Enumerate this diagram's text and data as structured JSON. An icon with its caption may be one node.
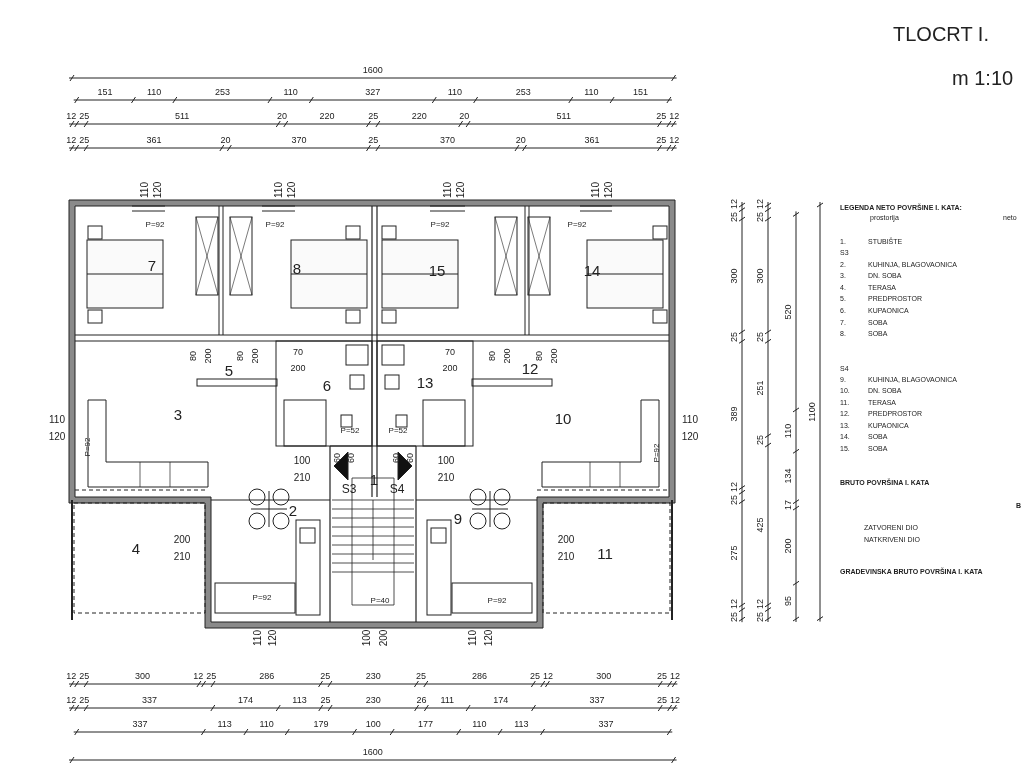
{
  "diagram": {
    "title": "TLOCRT I.",
    "labels": [
      "m 1:10",
      "1600",
      "151",
      "110",
      "253",
      "110",
      "327",
      "110",
      "253",
      "110",
      "151",
      "12",
      "25",
      "511",
      "20",
      "220",
      "25",
      "220",
      "20",
      "511",
      "25",
      "12",
      "12",
      "25",
      "361",
      "20",
      "370",
      "25",
      "370",
      "20",
      "361",
      "25",
      "12",
      "110",
      "120",
      "110",
      "120",
      "110",
      "120",
      "110",
      "120",
      "P=92",
      "P=92",
      "P=92",
      "P=92",
      "7",
      "8",
      "15",
      "14",
      "80",
      "200",
      "80",
      "200",
      "80",
      "200",
      "80",
      "200",
      "70",
      "200",
      "70",
      "200",
      "5",
      "6",
      "13",
      "12",
      "110",
      "3",
      "10",
      "110",
      "120",
      "120",
      "P=52",
      "P=52",
      "P=92",
      "P=92",
      "100",
      "60",
      "60",
      "60",
      "60",
      "100",
      "210",
      "1",
      "210",
      "S3",
      "S4",
      "2",
      "9",
      "4",
      "200",
      "210",
      "200",
      "210",
      "11",
      "P=92",
      "P=40",
      "P=92",
      "110",
      "120",
      "100",
      "200",
      "110",
      "120",
      "12",
      "25",
      "300",
      "12",
      "25",
      "286",
      "25",
      "230",
      "25",
      "286",
      "25",
      "12",
      "300",
      "25",
      "12",
      "12",
      "25",
      "337",
      "174",
      "113",
      "25",
      "230",
      "26",
      "111",
      "174",
      "337",
      "25",
      "12",
      "337",
      "113",
      "110",
      "179",
      "100",
      "177",
      "110",
      "113",
      "337",
      "1600",
      "12",
      "25",
      "300",
      "25",
      "389",
      "12",
      "25",
      "275",
      "12",
      "25",
      "12",
      "25",
      "300",
      "25",
      "251",
      "25",
      "425",
      "12",
      "25",
      "520",
      "110",
      "134",
      "17",
      "200",
      "95",
      "1100",
      "LEGENDA NETO POVRŠINE I. KATA:",
      "prostorija",
      "neto",
      "1.",
      "STUBIŠTE",
      "S3",
      "2.",
      "KUHINJA, BLAGOVAONICA",
      "3.",
      "DN. SOBA",
      "4.",
      "TERASA",
      "5.",
      "PREDPROSTOR",
      "6.",
      "KUPAONICA",
      "7.",
      "SOBA",
      "8.",
      "SOBA",
      "S4",
      "9.",
      "KUHINJA, BLAGOVAONICA",
      "10.",
      "DN. SOBA",
      "11.",
      "TERASA",
      "12.",
      "PREDPROSTOR",
      "13.",
      "KUPAONICA",
      "14.",
      "SOBA",
      "15.",
      "SOBA",
      "BRUTO POVRŠINA  I. KATA",
      "B",
      "ZATVORENI DIO",
      "NATKRIVENI DIO",
      "GRADEVINSKA BRUTO POVRŠINA I. KATA"
    ]
  }
}
